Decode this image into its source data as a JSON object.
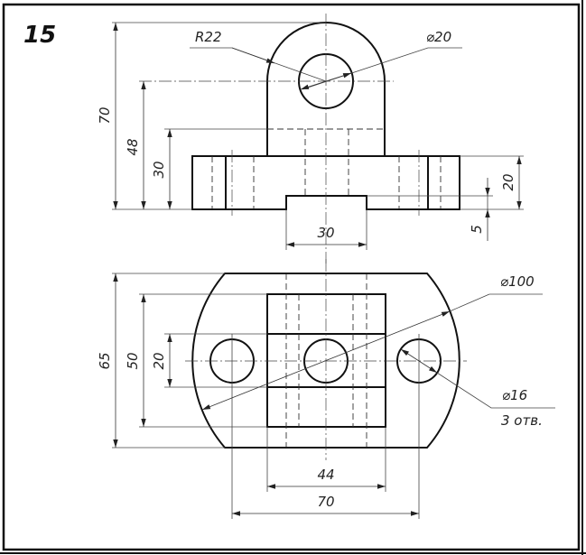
{
  "task_number": "15",
  "front_view": {
    "radius_label": "R22",
    "hole_diameter_label": "⌀20",
    "height_total": "70",
    "hole_center_height": "48",
    "upright_hidden_height": "30",
    "base_height": "20",
    "recess_depth": "5",
    "recess_width": "30"
  },
  "top_view": {
    "outer_diameter_label": "⌀100",
    "holes_diameter_label": "⌀16",
    "holes_count_label": "3 отв.",
    "width_total": "65",
    "upright_length": "50",
    "hole_slot_width": "20",
    "upright_width": "44",
    "hole_spacing": "70"
  }
}
